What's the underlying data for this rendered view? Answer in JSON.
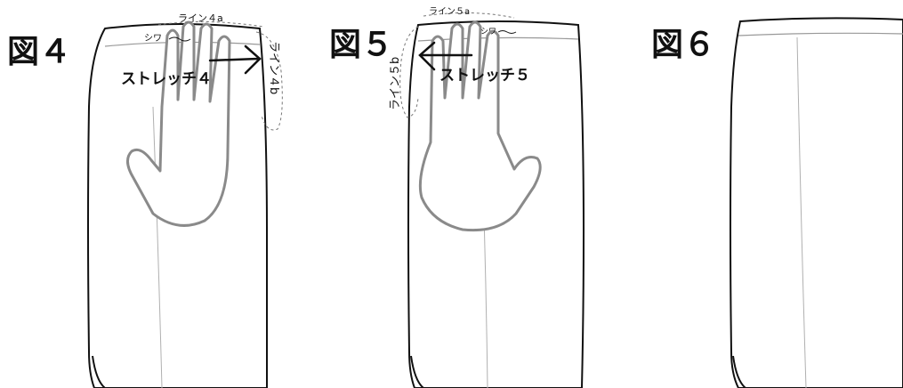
{
  "figures": [
    {
      "title": "図４",
      "labels": {
        "line_a": "ライン４a",
        "wrinkle": "シワ",
        "stretch": "ストレッチ４",
        "line_b": "ライン４b"
      }
    },
    {
      "title": "図５",
      "labels": {
        "line_a": "ライン５a",
        "wrinkle": "シワ",
        "stretch": "ストレッチ５",
        "line_b": "ライン５b"
      }
    },
    {
      "title": "図６",
      "labels": {}
    }
  ]
}
